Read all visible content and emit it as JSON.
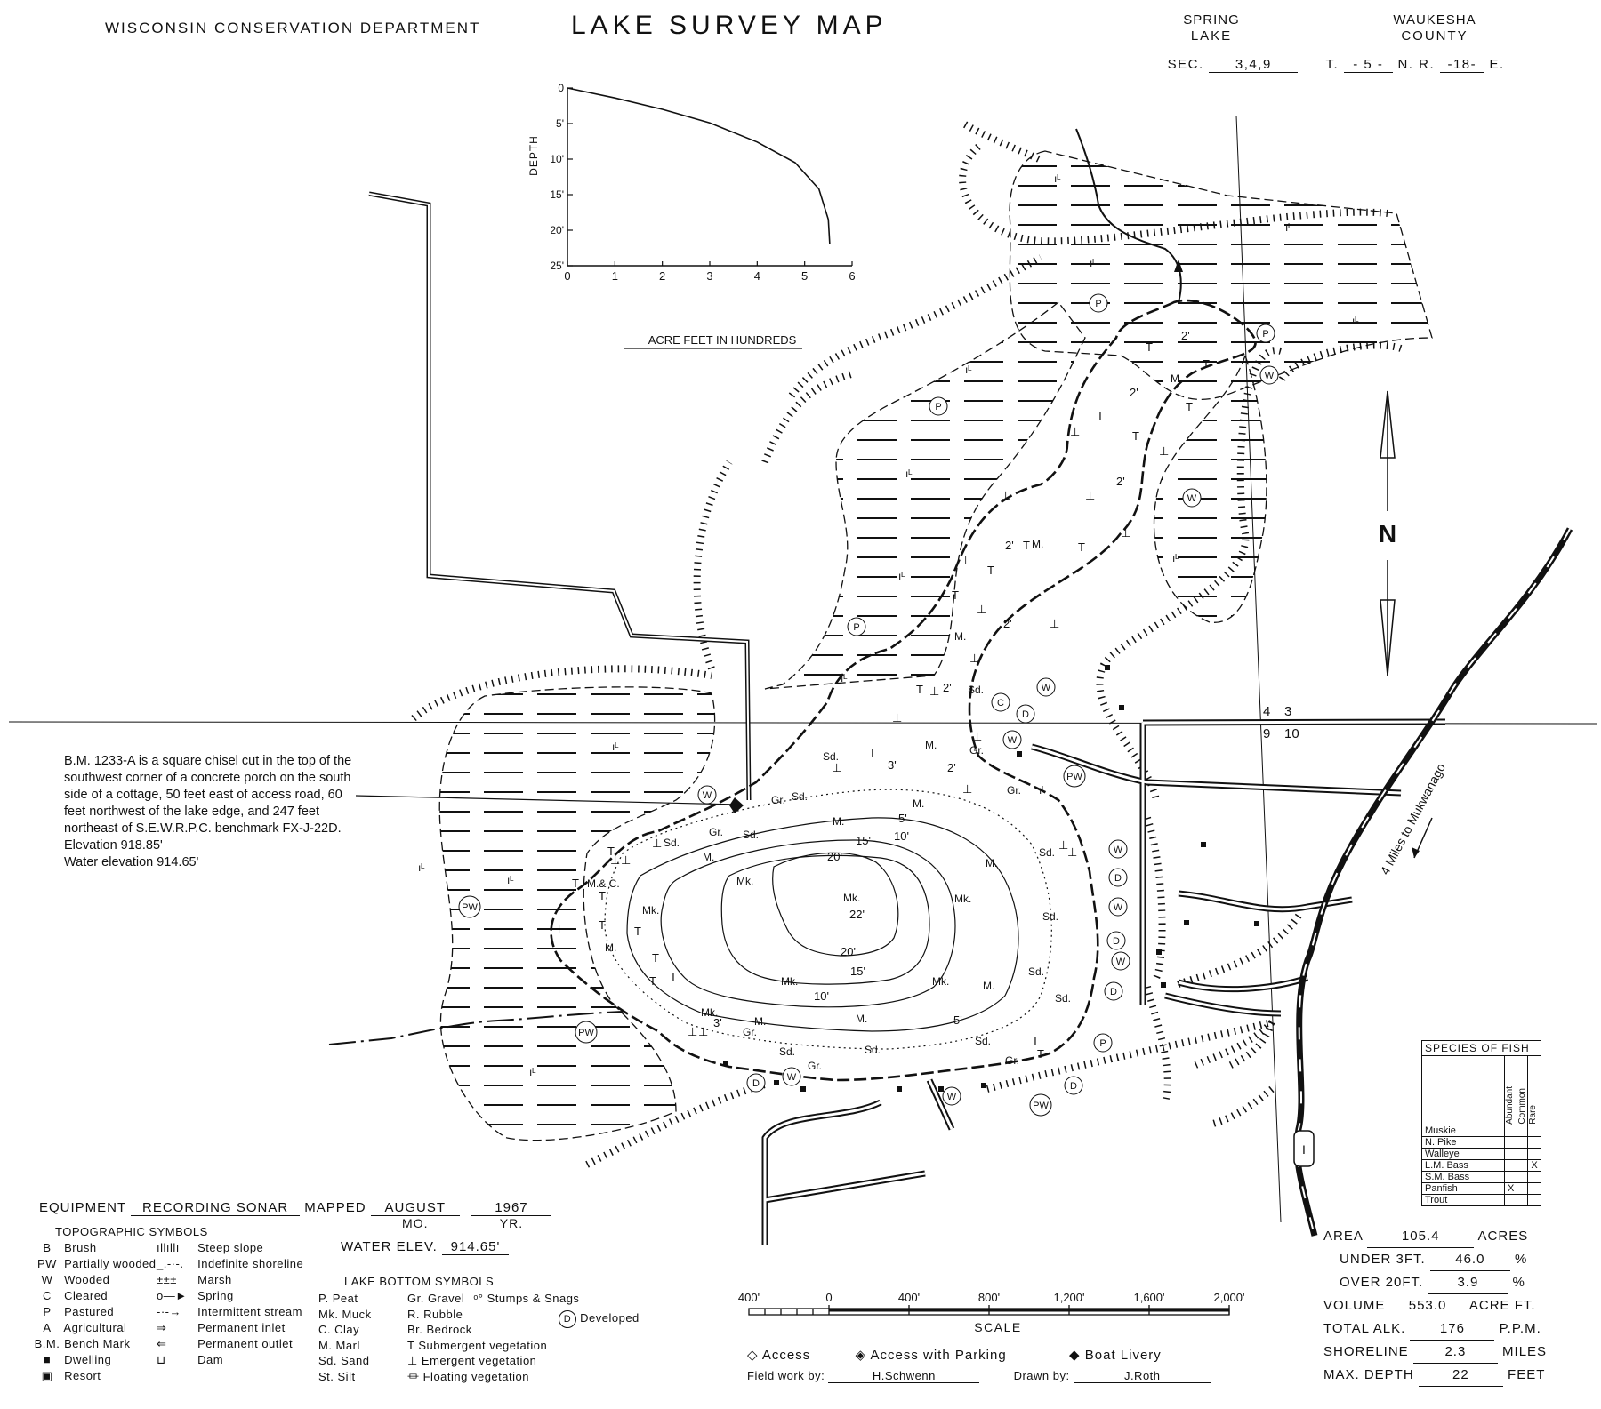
{
  "header": {
    "department": "WISCONSIN CONSERVATION DEPARTMENT",
    "title": "LAKE SURVEY MAP",
    "lake_name": "SPRING",
    "lake_label": "LAKE",
    "county_name": "WAUKESHA",
    "county_label": "COUNTY",
    "sec_label": "SEC.",
    "sec_value": "3,4,9",
    "t_label": "T.",
    "t_value": "- 5 -",
    "n_r_label": "N. R.",
    "n_r_value": "-18-",
    "e_label": "E."
  },
  "chart_data": {
    "type": "line",
    "title": "",
    "ylabel": "DEPTH",
    "xlabel": "ACRE FEET IN HUNDREDS",
    "x_ticks": [
      "0",
      "1",
      "2",
      "3",
      "4",
      "5",
      "6"
    ],
    "y_ticks": [
      "0",
      "5'",
      "10'",
      "15'",
      "20'",
      "25'"
    ],
    "xlim": [
      0,
      6
    ],
    "ylim": [
      0,
      25
    ],
    "series": [
      {
        "x": [
          0,
          1,
          2,
          3,
          4,
          4.8,
          5.3,
          5.5,
          5.53
        ],
        "y": [
          0,
          1.4,
          3.0,
          4.9,
          7.6,
          10.5,
          14.2,
          18.5,
          22
        ]
      }
    ]
  },
  "map": {
    "bench_mark_note": [
      "B.M. 1233-A is a square chisel cut in the top of the",
      "southwest corner of a concrete porch on the south",
      "side of a cottage, 50 feet east of access road, 60",
      "feet northwest of the lake edge, and 247 feet",
      "northeast of S.E.W.R.P.C. benchmark FX-J-22D.",
      "Elevation 918.85'",
      "Water elevation 914.65'"
    ],
    "north_label": "N",
    "section_numbers": [
      "4",
      "3",
      "9",
      "10"
    ],
    "road_label": "4 Miles to Mukwanago",
    "highway_label": "I",
    "depths": {
      "d2": "2'",
      "d3": "3'",
      "d5": "5'",
      "d10": "10'",
      "d15": "15'",
      "d20": "20'",
      "d22": "22'"
    },
    "bottom": {
      "mk": "Mk.",
      "m": "M.",
      "sd": "Sd.",
      "gr": "Gr.",
      "mc": "M.& C."
    },
    "veg": {
      "t": "T",
      "emergent": "⊥"
    },
    "topo": {
      "p": "P",
      "w": "W",
      "pw": "PW",
      "c": "C",
      "d": "D"
    }
  },
  "fish_table": {
    "title": "SPECIES OF FISH",
    "columns": [
      "Abundant",
      "Common",
      "Rare"
    ],
    "rows": [
      {
        "name": "Muskie",
        "abundant": "",
        "common": "",
        "rare": ""
      },
      {
        "name": "N. Pike",
        "abundant": "",
        "common": "",
        "rare": ""
      },
      {
        "name": "Walleye",
        "abundant": "",
        "common": "",
        "rare": ""
      },
      {
        "name": "L.M. Bass",
        "abundant": "",
        "common": "",
        "rare": "X"
      },
      {
        "name": "S.M. Bass",
        "abundant": "",
        "common": "",
        "rare": ""
      },
      {
        "name": "Panfish",
        "abundant": "X",
        "common": "",
        "rare": ""
      },
      {
        "name": "Trout",
        "abundant": "",
        "common": "",
        "rare": ""
      }
    ]
  },
  "stats": {
    "area_label": "AREA",
    "area_value": "105.4",
    "area_unit": "ACRES",
    "under_label": "UNDER 3FT.",
    "under_value": "46.0",
    "under_unit": "%",
    "over_label": "OVER 20FT.",
    "over_value": "3.9",
    "over_unit": "%",
    "volume_label": "VOLUME",
    "volume_value": "553.0",
    "volume_unit": "ACRE FT.",
    "alk_label": "TOTAL ALK.",
    "alk_value": "176",
    "alk_unit": "P.P.M.",
    "shore_label": "SHORELINE",
    "shore_value": "2.3",
    "shore_unit": "MILES",
    "maxd_label": "MAX. DEPTH",
    "maxd_value": "22",
    "maxd_unit": "FEET"
  },
  "equipment": {
    "label": "EQUIPMENT",
    "value": "RECORDING SONAR",
    "mapped_label": "MAPPED",
    "month": "AUGUST",
    "year": "1967",
    "mo_label": "MO.",
    "yr_label": "YR.",
    "water_elev_label": "WATER ELEV.",
    "water_elev_value": "914.65'"
  },
  "topo_legend": {
    "title": "TOPOGRAPHIC SYMBOLS",
    "col1": [
      {
        "sym": "B",
        "text": "Brush"
      },
      {
        "sym": "PW",
        "text": "Partially wooded"
      },
      {
        "sym": "W",
        "text": "Wooded"
      },
      {
        "sym": "C",
        "text": "Cleared"
      },
      {
        "sym": "P",
        "text": "Pastured"
      },
      {
        "sym": "A",
        "text": "Agricultural"
      },
      {
        "sym": "B.M.",
        "text": "Bench Mark"
      },
      {
        "sym": "■",
        "text": "Dwelling"
      },
      {
        "sym": "▣",
        "text": "Resort"
      }
    ],
    "col2": [
      {
        "sym": "ıllıllı",
        "text": "Steep slope"
      },
      {
        "sym": "_.-·-.",
        "text": "Indefinite shoreline"
      },
      {
        "sym": "±±±",
        "text": "Marsh"
      },
      {
        "sym": "o—►",
        "text": "Spring"
      },
      {
        "sym": "-·-→",
        "text": "Intermittent stream"
      },
      {
        "sym": "⇒",
        "text": "Permanent inlet"
      },
      {
        "sym": "⇐",
        "text": "Permanent outlet"
      },
      {
        "sym": "⊔",
        "text": "Dam"
      }
    ]
  },
  "bottom_legend": {
    "title": "LAKE BOTTOM SYMBOLS",
    "col1": [
      "P. Peat",
      "Mk. Muck",
      "C. Clay",
      "M. Marl",
      "Sd. Sand",
      "St. Silt"
    ],
    "col2": [
      "Gr. Gravel",
      "R. Rubble",
      "Br. Bedrock",
      "T  Submergent vegetation",
      "⊥  Emergent vegetation",
      "⏛  Floating vegetation"
    ],
    "stumps": "Stumps & Snags",
    "developed_sym": "D",
    "developed": "Developed"
  },
  "scale": {
    "labels": [
      "400'",
      "0",
      "400'",
      "800'",
      "1,200'",
      "1,600'",
      "2,000'"
    ],
    "title": "SCALE"
  },
  "access_legend": {
    "access": "Access",
    "access_parking": "Access with Parking",
    "boat_livery": "Boat Livery",
    "field_label": "Field work by:",
    "field_value": "H.Schwenn",
    "drawn_label": "Drawn by:",
    "drawn_value": "J.Roth"
  }
}
